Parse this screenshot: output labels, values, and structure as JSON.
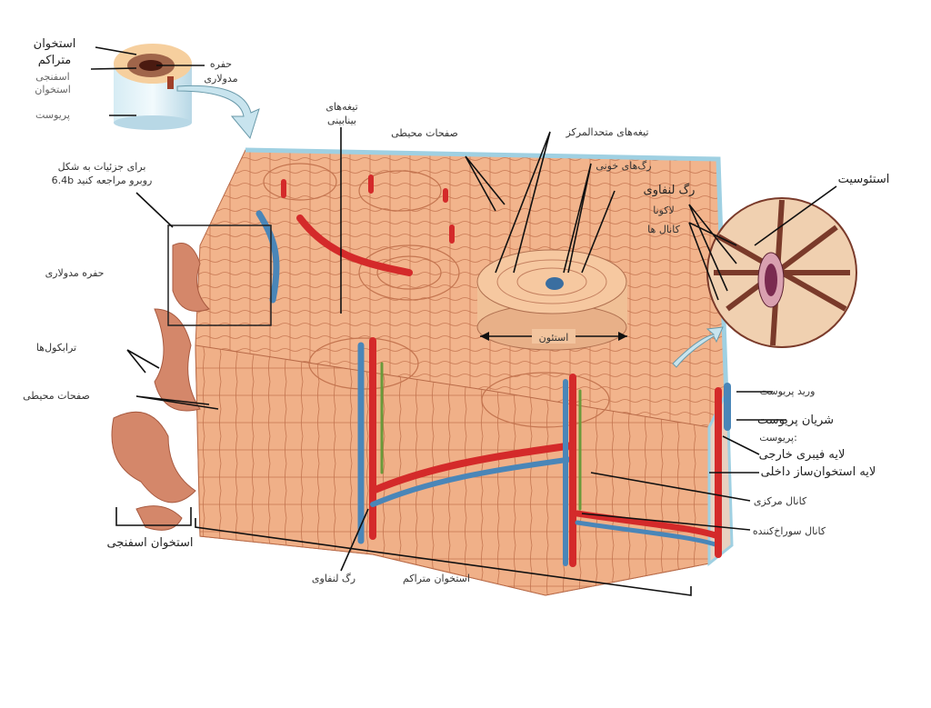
{
  "inset": {
    "compact_bone": [
      "استخوان",
      "متراکم"
    ],
    "spongy_bone": [
      "اسفنجی",
      "استخوان"
    ],
    "periosteum": "پریوست",
    "medullary_cavity": [
      "حفره",
      "مدولاری"
    ]
  },
  "labels": {
    "interstitial_lamellae": [
      "تیغه‌های",
      "بینابینی"
    ],
    "circumferential_lamellae_top": "صفحات محیطی",
    "concentric_lamellae": "تیغه‌های متحدالمرکز",
    "blood_vessels": "رگ‌های خونی",
    "lymphatic_vessel_top": "رگ لنفاوی",
    "lacunae": "لاکونا",
    "canaliculi": "کانال ها",
    "osteocyte": "استئوسیت",
    "see_figure": [
      "برای جزئیات به شکل",
      "6.4b روبرو مراجعه کنید"
    ],
    "medullary_cavity": "حفره مدولاری",
    "trabeculae": "ترابکول‌ها",
    "circumferential_lamellae_left": "صفحات محیطی",
    "osteon": "استئون",
    "periosteal_vein": "ورید پریوست",
    "periosteal_artery": "شریان پریوست",
    "periosteum": "پریوست:",
    "outer_fibrous_layer": "لایه فیبری خارجی",
    "inner_osteogenic_layer": "لایه استخوان‌ساز داخلی",
    "central_canal": "کانال مرکزی",
    "perforating_canal": "کانال سوراخ‌کننده",
    "spongy_bone": "استخوان اسفنجی",
    "lymphatic_vessel_bottom": "رگ لنفاوی",
    "compact_bone": "استخوان متراکم"
  },
  "colors": {
    "bone": "#f2b48c",
    "bone_dark": "#d98a62",
    "artery": "#d42a2a",
    "vein": "#4a86b8",
    "lymph": "#6a9a3a",
    "periosteum": "#bfe0ee",
    "arrow": "#c8e4ee"
  }
}
